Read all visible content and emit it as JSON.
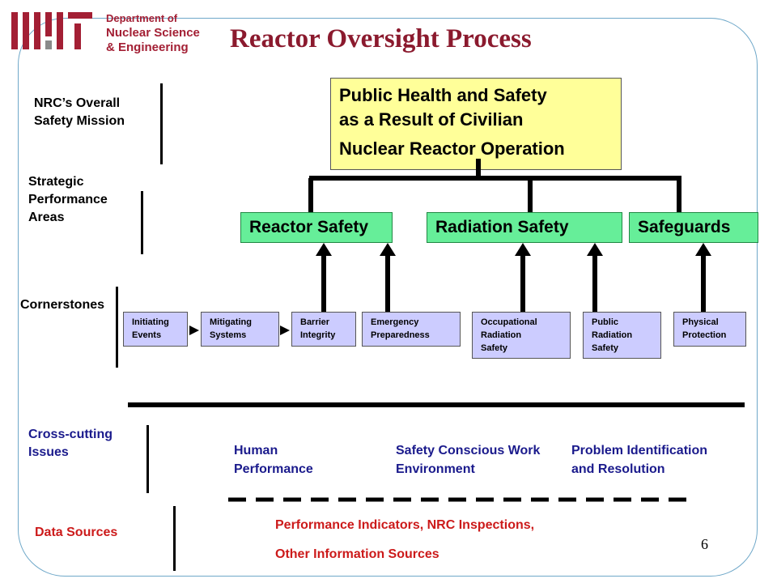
{
  "header": {
    "logo_line1": "Department of",
    "logo_line2": "Nuclear Science",
    "logo_line3": "& Engineering",
    "title": "Reactor Oversight Process"
  },
  "levels": {
    "mission": "NRC’s Overall Safety Mission",
    "strategic": "Strategic Performance Areas",
    "cornerstones": "Cornerstones",
    "cross_cutting": "Cross-cutting Issues",
    "data_sources": "Data Sources"
  },
  "mission_box": {
    "line1": "Public Health and Safety",
    "line2": "as a Result of Civilian",
    "line3": "Nuclear Reactor Operation"
  },
  "areas": [
    "Reactor Safety",
    "Radiation Safety",
    "Safeguards"
  ],
  "cornerstones": [
    "Initiating Events",
    "Mitigating Systems",
    "Barrier Integrity",
    "Emergency Preparedness",
    "Occupational Radiation Safety",
    "Public Radiation Safety",
    "Physical Protection"
  ],
  "cross_cutting": [
    "Human Performance",
    "Safety Conscious Work Environment",
    "Problem Identification and Resolution"
  ],
  "data_sources": {
    "line1": "Performance Indicators, NRC Inspections,",
    "line2": "Other Information Sources"
  },
  "colors": {
    "title": "#8b1a2e",
    "mission_box": "#ffff99",
    "area_box": "#66ee99",
    "cornerstone_box": "#ccccff",
    "cross_cutting_text": "#1a1a8c",
    "data_sources_text": "#cc1a1a"
  },
  "page_number": "6"
}
